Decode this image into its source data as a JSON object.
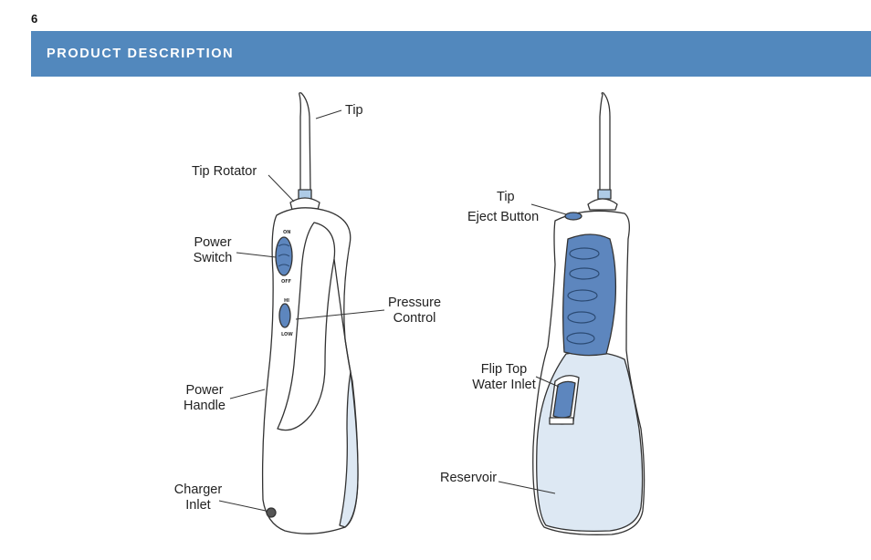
{
  "page": {
    "number": "6"
  },
  "header": {
    "title": "PRODUCT DESCRIPTION"
  },
  "front_view": {
    "labels": {
      "tip": "Tip",
      "tip_rotator": "Tip Rotator",
      "power_switch": [
        "Power",
        "Switch"
      ],
      "pressure_control": [
        "Pressure",
        "Control"
      ],
      "power_handle": [
        "Power",
        "Handle"
      ],
      "charger_inlet": [
        "Charger",
        "Inlet"
      ]
    },
    "switch_marks": {
      "on": "ON",
      "off": "OFF",
      "hi": "HI",
      "low": "LOW"
    }
  },
  "back_view": {
    "labels": {
      "tip_eject_button": [
        "Tip",
        "Eject Button"
      ],
      "flip_top_water_inlet": [
        "Flip Top",
        "Water Inlet"
      ],
      "reservoir": "Reservoir"
    }
  },
  "colors": {
    "banner": "#5288bd",
    "accent_blue": "#5d86be",
    "reservoir": "#dde8f3",
    "outline": "#333333"
  }
}
